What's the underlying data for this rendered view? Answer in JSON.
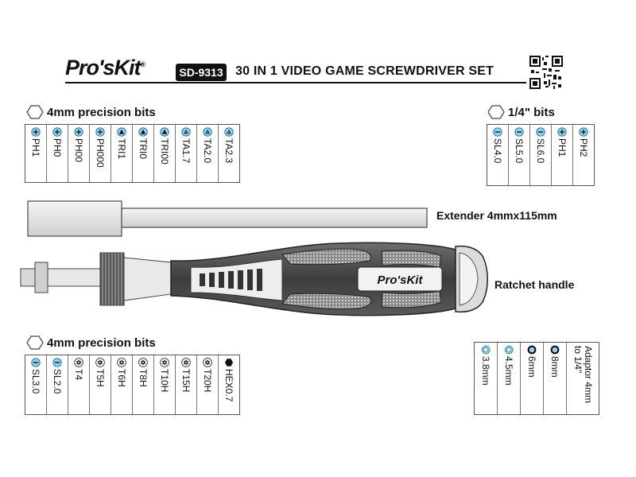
{
  "header": {
    "brand": "Pro'sKit",
    "brand_mark": "®",
    "model": "SD-9313",
    "title": "30 IN 1 VIDEO GAME SCREWDRIVER SET"
  },
  "sections": {
    "top_left": {
      "heading": "4mm precision bits",
      "bits": [
        {
          "label": "PH1",
          "icon": "phillips-icon"
        },
        {
          "label": "PH0",
          "icon": "phillips-icon"
        },
        {
          "label": "PH00",
          "icon": "phillips-icon"
        },
        {
          "label": "PH000",
          "icon": "phillips-icon"
        },
        {
          "label": "TRI1",
          "icon": "tri-wing-icon"
        },
        {
          "label": "TRI0",
          "icon": "tri-wing-icon"
        },
        {
          "label": "TRI00",
          "icon": "tri-wing-icon"
        },
        {
          "label": "TA1.7",
          "icon": "tri-angle-icon"
        },
        {
          "label": "TA2.0",
          "icon": "tri-angle-icon"
        },
        {
          "label": "TA2.3",
          "icon": "tri-angle-icon"
        }
      ]
    },
    "top_right": {
      "heading": "1/4\" bits",
      "bits": [
        {
          "label": "SL4.0",
          "icon": "slotted-icon"
        },
        {
          "label": "SL5.0",
          "icon": "slotted-icon"
        },
        {
          "label": "SL6.0",
          "icon": "slotted-icon"
        },
        {
          "label": "PH1",
          "icon": "phillips-icon"
        },
        {
          "label": "PH2",
          "icon": "phillips-icon"
        }
      ]
    },
    "bottom_left": {
      "heading": "4mm precision bits",
      "bits": [
        {
          "label": "SL3.0",
          "icon": "slotted-icon"
        },
        {
          "label": "SL2.0",
          "icon": "slotted-icon"
        },
        {
          "label": "T4",
          "icon": "torx-icon"
        },
        {
          "label": "T5H",
          "icon": "torx-icon"
        },
        {
          "label": "T6H",
          "icon": "torx-icon"
        },
        {
          "label": "T8H",
          "icon": "torx-icon"
        },
        {
          "label": "T10H",
          "icon": "torx-icon"
        },
        {
          "label": "T15H",
          "icon": "torx-icon"
        },
        {
          "label": "T20H",
          "icon": "torx-icon"
        },
        {
          "label": "HEX0.7",
          "icon": "hex-icon"
        }
      ]
    },
    "bottom_right": {
      "bits": [
        {
          "label": "3.8mm",
          "icon": "socket-gear-icon"
        },
        {
          "label": "4.5mm",
          "icon": "socket-gear-icon"
        },
        {
          "label": "6mm",
          "icon": "socket-ring-icon"
        },
        {
          "label": "8mm",
          "icon": "socket-ring-icon"
        },
        {
          "label": "Adaptor 4mm to 1/4\"",
          "icon": ""
        }
      ]
    }
  },
  "tools": {
    "extender_label": "Extender 4mmx115mm",
    "handle_label": "Ratchet handle",
    "handle_brand": "Pro'sKit"
  },
  "colors": {
    "icon_fill": "#8fd3f2",
    "icon_stroke": "#1b6e9c",
    "ink": "#111111"
  }
}
